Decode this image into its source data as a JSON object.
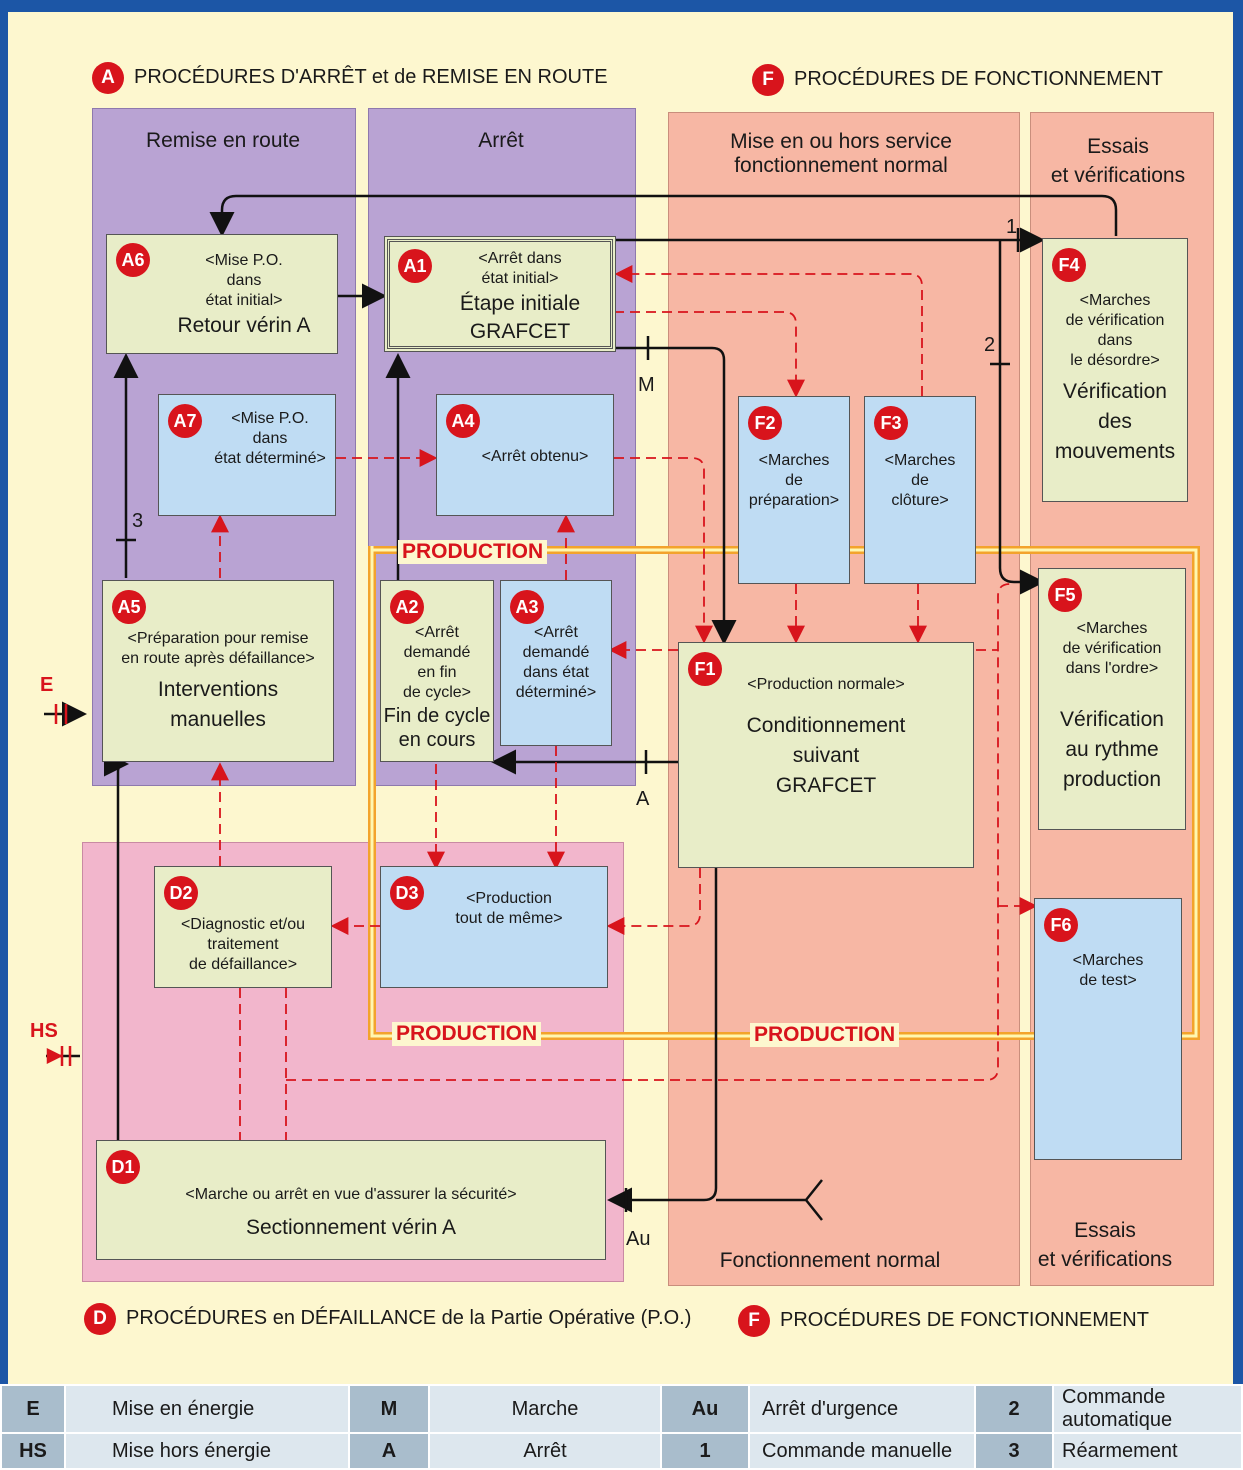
{
  "sections": {
    "a_header": {
      "letter": "A",
      "text": "PROCÉDURES D'ARRÊT et de REMISE EN ROUTE"
    },
    "f_header_top": {
      "letter": "F",
      "text": "PROCÉDURES DE FONCTIONNEMENT"
    },
    "d_header": {
      "letter": "D",
      "text": "PROCÉDURES en DÉFAILLANCE de la Partie Opérative (P.O.)"
    },
    "f_header_bottom": {
      "letter": "F",
      "text": "PROCÉDURES DE FONCTIONNEMENT"
    }
  },
  "columns": {
    "remise": "Remise en route",
    "arret": "Arrêt",
    "mise_line1": "Mise en ou hors service",
    "mise_line2": "fonctionnement normal",
    "essais_top_line1": "Essais",
    "essais_top_line2": "et vérifications",
    "fonct_normal": "Fonctionnement normal",
    "essais_bottom_line1": "Essais",
    "essais_bottom_line2": "et vérifications"
  },
  "boxes": {
    "A1": {
      "id": "A1",
      "sub1": "<Arrêt dans",
      "sub2": "état initial>",
      "big1": "Étape initiale",
      "big2": "GRAFCET"
    },
    "A2": {
      "id": "A2",
      "sub1": "<Arrêt",
      "sub2": "demandé",
      "sub3": "en fin",
      "sub4": "de cycle>",
      "big1": "Fin de cycle",
      "big2": "en cours"
    },
    "A3": {
      "id": "A3",
      "sub1": "<Arrêt",
      "sub2": "demandé",
      "sub3": "dans état",
      "sub4": "déterminé>"
    },
    "A4": {
      "id": "A4",
      "sub1": "<Arrêt obtenu>"
    },
    "A5": {
      "id": "A5",
      "sub1": "<Préparation pour remise",
      "sub2": "en route après défaillance>",
      "big1": "Interventions",
      "big2": "manuelles"
    },
    "A6": {
      "id": "A6",
      "sub1": "<Mise P.O.",
      "sub2": "dans",
      "sub3": "état initial>",
      "big1": "Retour vérin A"
    },
    "A7": {
      "id": "A7",
      "sub1": "<Mise P.O.",
      "sub2": "dans",
      "sub3": "état déterminé>"
    },
    "D1": {
      "id": "D1",
      "sub1": "<Marche ou arrêt en vue d'assurer la sécurité>",
      "big1": "Sectionnement vérin A"
    },
    "D2": {
      "id": "D2",
      "sub1": "<Diagnostic et/ou",
      "sub2": "traitement",
      "sub3": "de défaillance>"
    },
    "D3": {
      "id": "D3",
      "sub1": "<Production",
      "sub2": "tout de même>"
    },
    "F1": {
      "id": "F1",
      "sub1": "<Production normale>",
      "big1": "Conditionnement",
      "big2": "suivant",
      "big3": "GRAFCET"
    },
    "F2": {
      "id": "F2",
      "sub1": "<Marches",
      "sub2": "de",
      "sub3": "préparation>"
    },
    "F3": {
      "id": "F3",
      "sub1": "<Marches",
      "sub2": "de",
      "sub3": "clôture>"
    },
    "F4": {
      "id": "F4",
      "sub1": "<Marches",
      "sub2": "de vérification",
      "sub3": "dans",
      "sub4": "le désordre>",
      "big1": "Vérification",
      "big2": "des",
      "big3": "mouvements"
    },
    "F5": {
      "id": "F5",
      "sub1": "<Marches",
      "sub2": "de vérification",
      "sub3": "dans l'ordre>",
      "big1": "Vérification",
      "big2": "au rythme",
      "big3": "production"
    },
    "F6": {
      "id": "F6",
      "sub1": "<Marches",
      "sub2": "de test>"
    }
  },
  "production_labels": [
    "PRODUCTION",
    "PRODUCTION",
    "PRODUCTION"
  ],
  "link_labels": {
    "M": "M",
    "A": "A",
    "Au": "Au",
    "one": "1",
    "two": "2",
    "three": "3",
    "E": "E",
    "HS": "HS"
  },
  "legend": [
    [
      {
        "k": "E",
        "v": "Mise en énergie"
      },
      {
        "k": "M",
        "v": "Marche"
      },
      {
        "k": "Au",
        "v": "Arrêt d'urgence"
      },
      {
        "k": "2",
        "v": "Commande automatique"
      }
    ],
    [
      {
        "k": "HS",
        "v": "Mise hors énergie"
      },
      {
        "k": "A",
        "v": "Arrêt"
      },
      {
        "k": "1",
        "v": "Commande manuelle"
      },
      {
        "k": "3",
        "v": "Réarmement"
      }
    ]
  ],
  "colors": {
    "red": "#d8141c",
    "blue_rule": "#1c56a6",
    "violet": "#b9a3d3",
    "pink": "#f2b6cc",
    "salmon": "#f7b7a4",
    "green_box": "#e8edc8",
    "blue_box": "#bfdcf3"
  }
}
